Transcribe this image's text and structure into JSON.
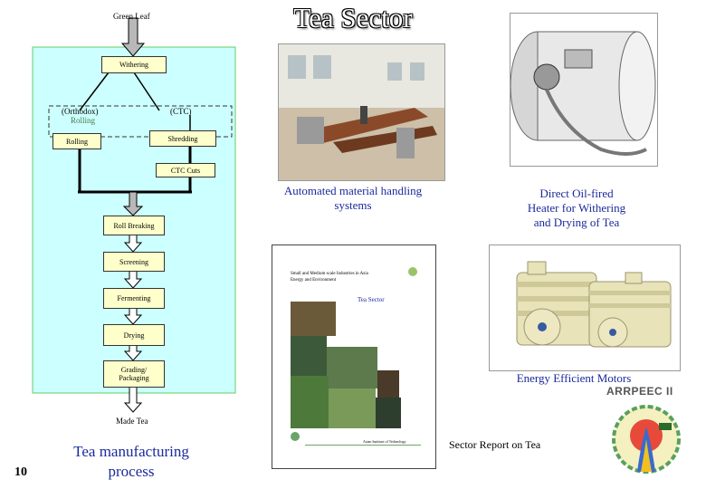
{
  "title": "Tea Sector",
  "slide_number": "10",
  "flowchart": {
    "green_leaf": "Green Leaf",
    "withering": "Withering",
    "orthodox": "(Orthodox)",
    "orthodox_sub": "Rolling",
    "ctc": "(CTC)",
    "rolling": "Rolling",
    "shredding": "Shredding",
    "ctc_cuts": "CTC Cuts",
    "roll_breaking": "Roll Breaking",
    "screening": "Screening",
    "fermenting": "Fermenting",
    "drying": "Drying",
    "grading_line1": "Grading/",
    "grading_line2": "Packaging",
    "made_tea": "Made Tea",
    "caption_line1": "Tea manufacturing",
    "caption_line2": "process"
  },
  "captions": {
    "handling_line1": "Automated material handling",
    "handling_line2": "systems",
    "heater_line1": "Direct Oil-fired",
    "heater_line2": "Heater for Withering",
    "heater_line3": "and Drying of Tea",
    "motors": "Energy Efficient Motors",
    "report": "Sector Report on Tea"
  },
  "report_cover": {
    "header_line1": "Small and Medium scale Industries in Asia",
    "header_line2": "Energy and Environment",
    "title": "Tea Sector",
    "footer": "Asian Institute of Technology"
  },
  "logo": {
    "text": "ARRPEEC II"
  },
  "colors": {
    "panel_bg": "#ccffff",
    "panel_border": "#66cc66",
    "node_bg": "#ffffcc",
    "caption_blue": "#1a2a9c",
    "arrow_fill": "#b8b8b8"
  }
}
